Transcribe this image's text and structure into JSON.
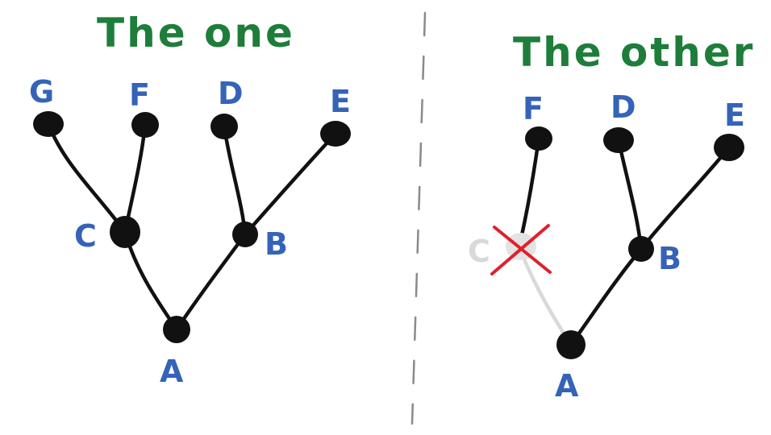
{
  "left_tree": {
    "title": "The one",
    "nodes": {
      "G": "G",
      "F": "F",
      "D": "D",
      "E": "E",
      "C": "C",
      "B": "B",
      "A": "A"
    }
  },
  "right_tree": {
    "title": "The other",
    "nodes": {
      "F": "F",
      "D": "D",
      "E": "E",
      "C": "C",
      "B": "B",
      "A": "A"
    },
    "removed_node": "C"
  },
  "colors": {
    "title": "#1e7d3a",
    "label": "#3563b8",
    "node": "#111111",
    "removed": "#d9d9d9",
    "cross": "#e0202c"
  }
}
